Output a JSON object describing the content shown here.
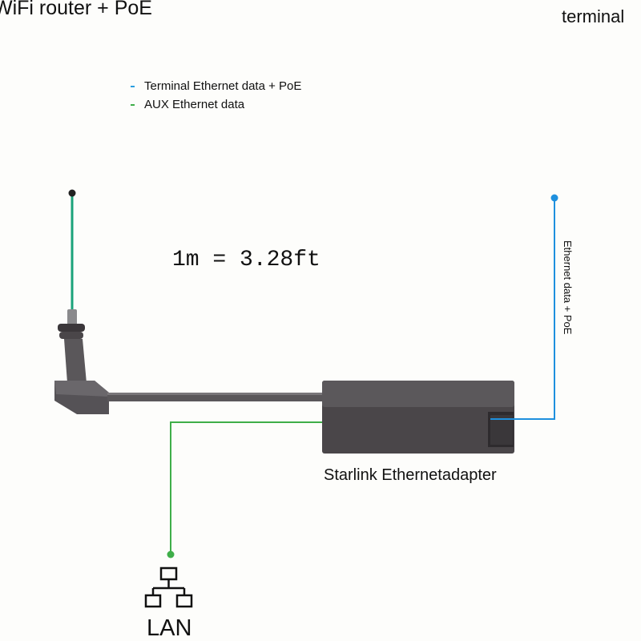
{
  "labels": {
    "router": "WiFi router + PoE",
    "terminal": "terminal",
    "scale": "1m = 3.28ft",
    "adapter": "Starlink Ethernetadapter",
    "ethernet_poe": "Ethernet data + PoE",
    "lan": "LAN"
  },
  "legend": [
    {
      "label": "Terminal Ethernet data + PoE",
      "color": "#2a9ee0"
    },
    {
      "label": "AUX Ethernet data",
      "color": "#3fae49"
    }
  ],
  "colors": {
    "teal_line": "#1aa37a",
    "blue_line": "#1e90de",
    "green_line": "#3fae49",
    "device": "#4a4649"
  }
}
